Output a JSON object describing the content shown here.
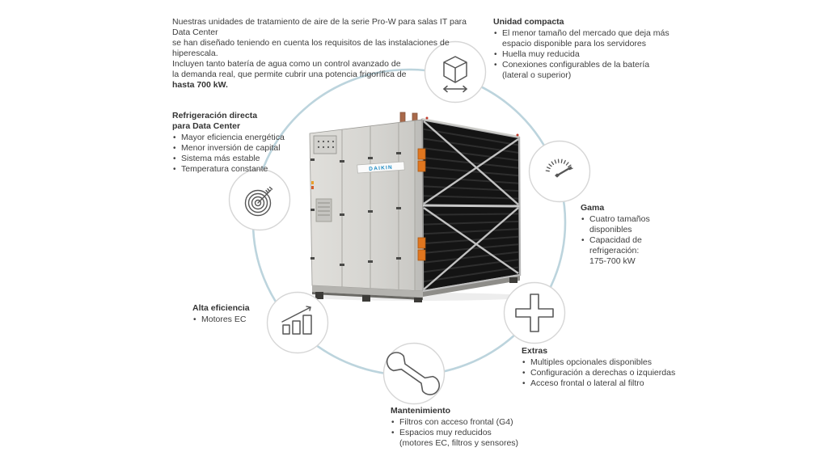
{
  "intro": {
    "text": "Nuestras unidades de tratamiento de aire de la serie Pro-W para salas IT para Data Center\nse han diseñado teniendo en cuenta los requisitos de las instalaciones de hiperescala.\nIncluyen tanto batería de agua como un control avanzado de\nla demanda real, que permite cubrir una potencia frigorífica de",
    "bold_text": "hasta 700 kW."
  },
  "features": [
    {
      "id": "unidad-compacta",
      "title": "Unidad compacta",
      "bullets": [
        "El menor tamaño del mercado que deja más\nespacio disponible para los servidores",
        "Huella muy reducida",
        "Conexiones configurables de la batería\n(lateral o superior)"
      ]
    },
    {
      "id": "refrigeracion-directa",
      "title": "Refrigeración directa\npara Data Center",
      "bullets": [
        "Mayor eficiencia energética",
        "Menor inversión de capital",
        "Sistema más estable",
        "Temperatura constante"
      ]
    },
    {
      "id": "gama",
      "title": "Gama",
      "bullets": [
        "Cuatro tamaños\ndisponibles",
        "Capacidad de\nrefrigeración:\n175-700 kW"
      ]
    },
    {
      "id": "alta-eficiencia",
      "title": "Alta eficiencia",
      "bullets": [
        "Motores EC"
      ]
    },
    {
      "id": "extras",
      "title": "Extras",
      "bullets": [
        "Multiples opcionales disponibles",
        "Configuración a derechas o izquierdas",
        "Acceso frontal o lateral al filtro"
      ]
    },
    {
      "id": "mantenimiento",
      "title": "Mantenimiento",
      "bullets": [
        "Filtros con acceso frontal (G4)",
        "Espacios muy reducidos\n(motores EC, filtros y sensores)"
      ]
    }
  ],
  "icons": [
    {
      "name": "compact-cube-icon"
    },
    {
      "name": "gauge-icon"
    },
    {
      "name": "target-icon"
    },
    {
      "name": "efficiency-chart-icon"
    },
    {
      "name": "wrench-icon"
    },
    {
      "name": "plus-icon"
    }
  ],
  "product": {
    "brand_label": "DAIKIN"
  },
  "colors": {
    "ring_blue": "#bcd4dd",
    "icon_stroke": "#565656",
    "text": "#3d3d3d",
    "hinge_orange": "#e0761f"
  }
}
